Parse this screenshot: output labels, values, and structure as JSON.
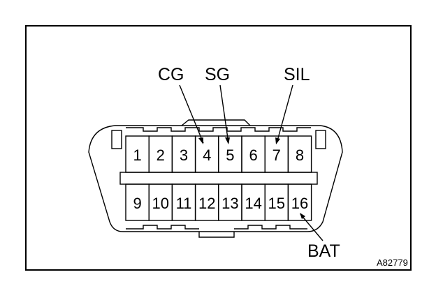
{
  "labels": {
    "cg": "CG",
    "sg": "SG",
    "sil": "SIL",
    "bat": "BAT"
  },
  "pins_top": [
    "1",
    "2",
    "3",
    "4",
    "5",
    "6",
    "7",
    "8"
  ],
  "pins_bottom": [
    "9",
    "10",
    "11",
    "12",
    "13",
    "14",
    "15",
    "16"
  ],
  "figure_code": "A82779"
}
